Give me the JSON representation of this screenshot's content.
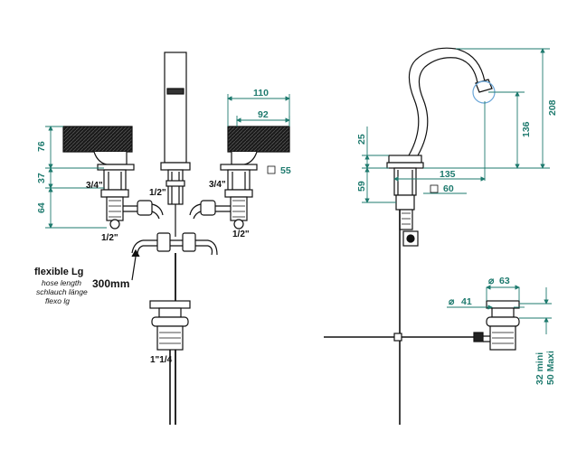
{
  "colors": {
    "dimension": "#1e7a6e",
    "line": "#111111",
    "highlight": "#6aa6d8"
  },
  "front_view": {
    "dims": {
      "width_overall": "110",
      "width_handle": "92",
      "handle_height": "76",
      "body_height": "37",
      "shank_length": "64",
      "square": "55"
    },
    "threads": {
      "left_top": "3/4\"",
      "right_top": "3/4\"",
      "center": "1/2\"",
      "left_bottom": "1/2\"",
      "right_bottom": "1/2\"",
      "waste": "1\"1/4"
    },
    "hose": {
      "title": "flexible Lg",
      "line1": "hose length",
      "line2": "schlauch länge",
      "line3": "flexo lg",
      "length": "300mm"
    }
  },
  "side_view": {
    "dims": {
      "spout_height": "208",
      "spout_clearance": "136",
      "reach": "135",
      "deck_25": "25",
      "deck_59": "59",
      "square": "60"
    },
    "waste": {
      "top_diameter": "63",
      "bottom_diameter": "41",
      "deck_min": "32 mini",
      "deck_max": "50 Maxi"
    }
  }
}
